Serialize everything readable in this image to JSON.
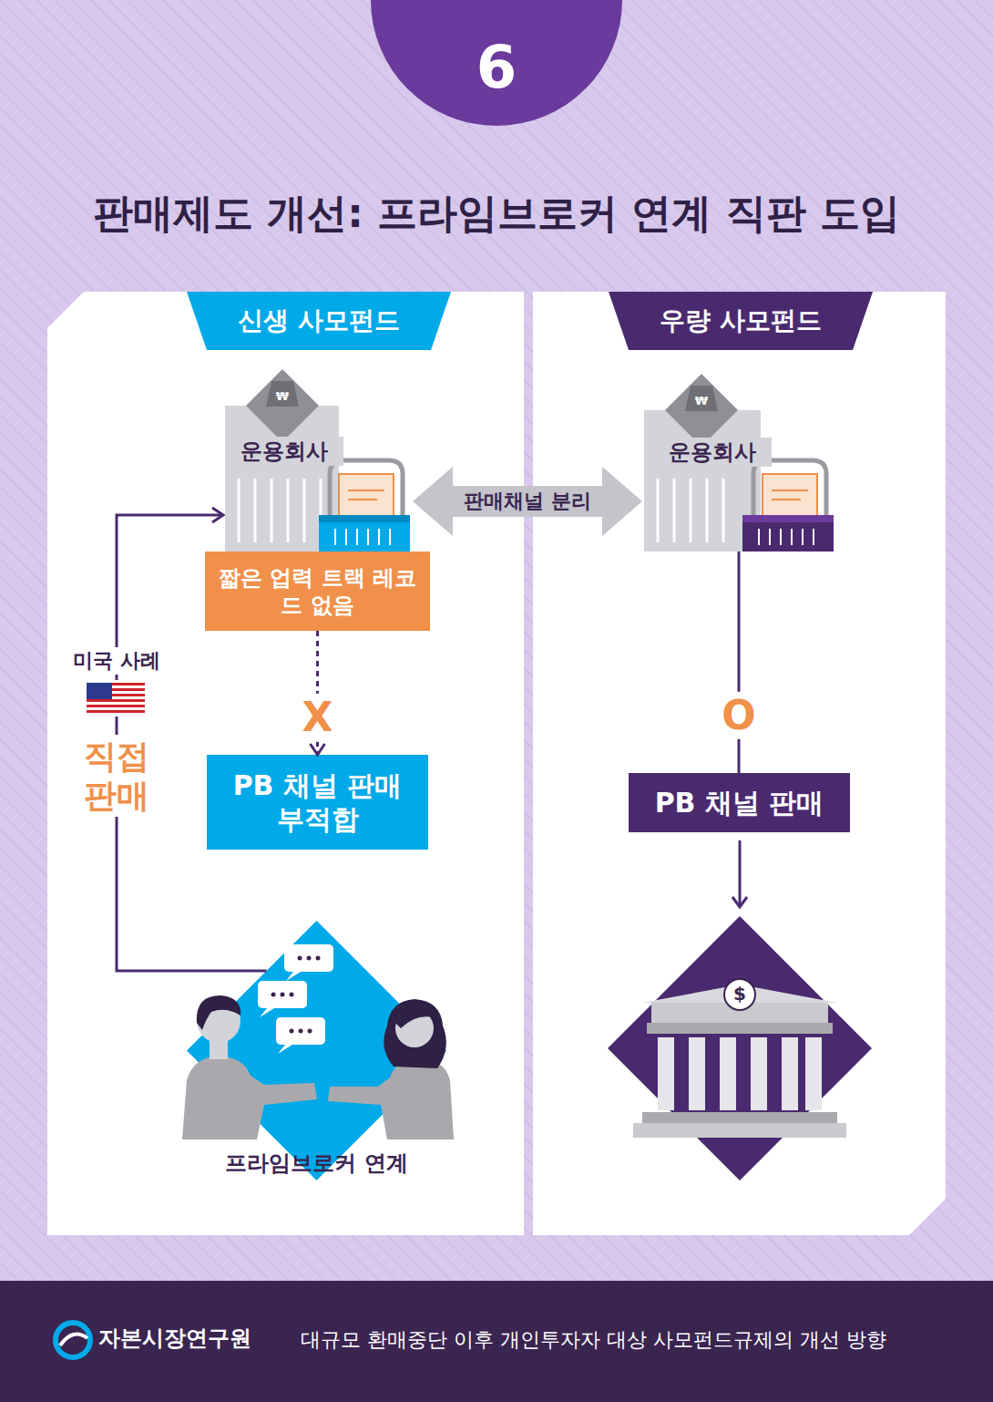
{
  "diagram": {
    "title": "판매제도 개선: 프라임브로커 연계 직판 도입",
    "nodes": [
      {
        "text": [
          "신생 사모펀드"
        ]
      },
      {
        "text": [
          "운용회사"
        ],
        "in": 0
      },
      {
        "text": [
          "짧은 업력 트랙 레코드 없음"
        ],
        "in": 0
      },
      {
        "text": [
          "PB 채널 판매 부적합"
        ],
        "in": 0
      },
      {
        "text": [
          "프라임브로커 연계"
        ],
        "in": 0
      },
      {
        "text": [
          "우량 사모펀드"
        ]
      },
      {
        "text": [
          "운용회사"
        ],
        "in": 5
      },
      {
        "text": [
          "PB 채널 판매"
        ],
        "in": 5
      }
    ],
    "edges": [
      {
        "from": 1,
        "to": 6,
        "label": "판매채널 분리",
        "arrow": "both"
      },
      {
        "from": 2,
        "to": 3,
        "label": "X",
        "arrow": "to"
      },
      {
        "from": 4,
        "to": 1,
        "arrow": "to"
      },
      {
        "from": 6,
        "to": 7,
        "label": "O",
        "arrow": "none"
      }
    ],
    "labels": [
      "6",
      "미국 사례",
      "직접 판매",
      "₩",
      "₩",
      "$",
      "자본시장연구원",
      "대규모 환매중단 이후 개인투자자 대상 사모펀드규제의 개선 방향"
    ]
  }
}
